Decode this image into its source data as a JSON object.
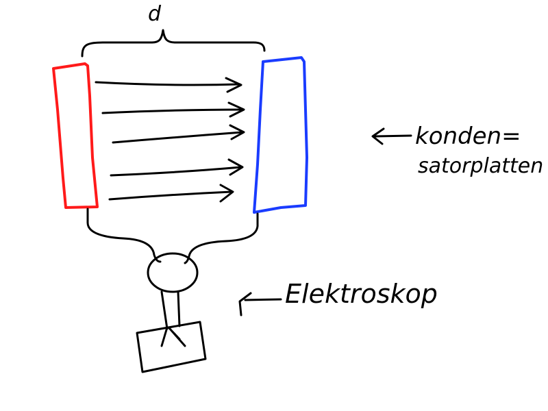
{
  "labels": {
    "distance": "d",
    "capacitor_line1": "konden=",
    "capacitor_line2": "satorplatten",
    "electroscope": "Elektroskop"
  },
  "colors": {
    "ink": "#000000",
    "positive_plate": "#ff1a1a",
    "negative_plate": "#1a3cff",
    "background": "#ffffff"
  },
  "field_lines": 5
}
